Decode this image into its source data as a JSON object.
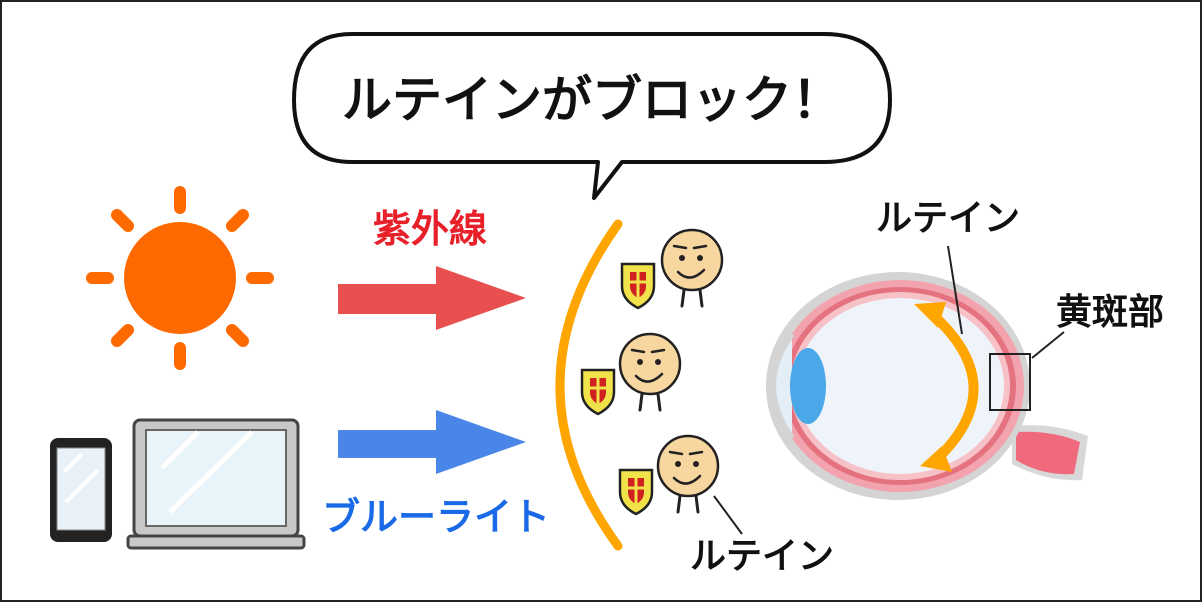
{
  "speech_bubble": {
    "text": "ルテインがブロック！"
  },
  "labels": {
    "uv": "紫外線",
    "blue_light": "ブルーライト",
    "lutein_characters": "ルテイン",
    "lutein_eye": "ルテイン",
    "macula": "黄斑部"
  },
  "colors": {
    "sun": "#ff6a00",
    "uv_arrow": "#e85050",
    "uv_text": "#e8202a",
    "blue_arrow": "#4a86e8",
    "blue_text": "#1a6ae8",
    "lutein_barrier": "#ffa500",
    "character_face": "#f8d6a0",
    "shield": "#f2e24a",
    "shield_cross": "#d02020",
    "eye_retina": "#f08a98",
    "eye_lens": "#4aa8e8"
  },
  "icons": [
    "sun-icon",
    "smartphone-icon",
    "laptop-icon",
    "lutein-character-icon",
    "shield-icon",
    "eyeball-icon"
  ]
}
